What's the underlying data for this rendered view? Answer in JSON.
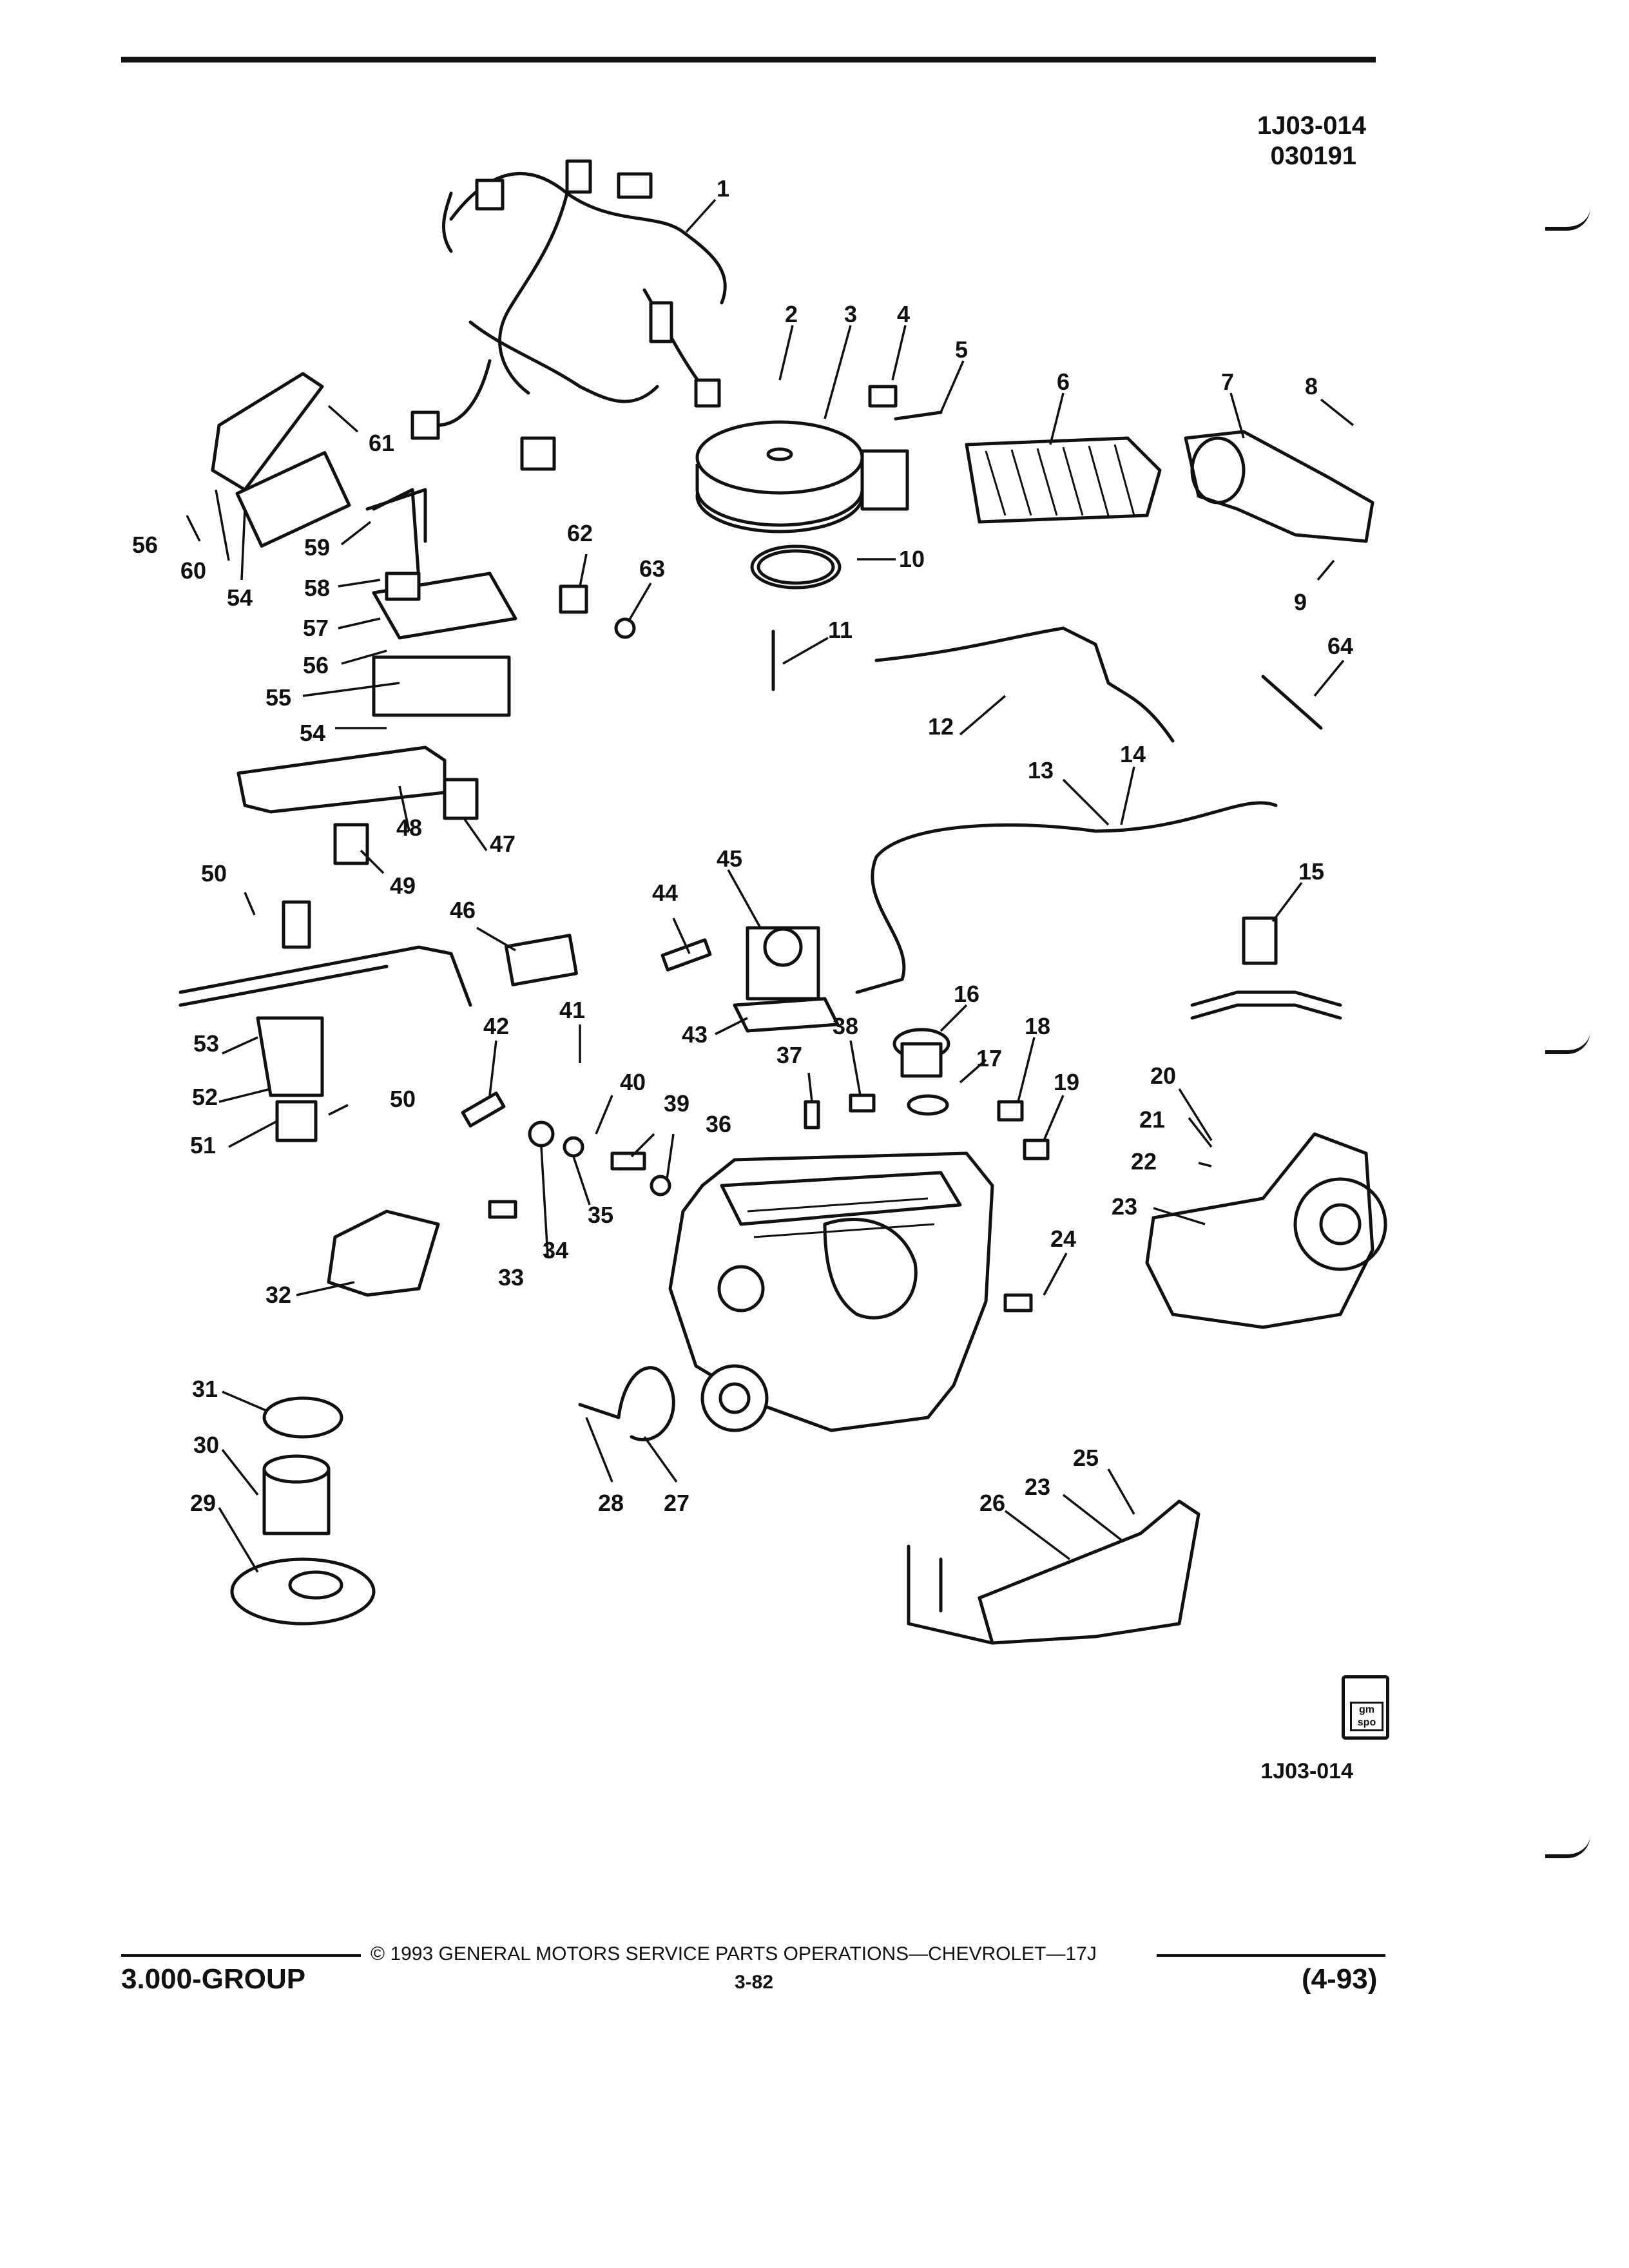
{
  "header": {
    "drawing_id": "1J03-014",
    "date_code": "030191"
  },
  "figure": {
    "id_bottom": "1J03-014"
  },
  "callouts": {
    "c1": "1",
    "c2": "2",
    "c3": "3",
    "c4": "4",
    "c5": "5",
    "c6": "6",
    "c7": "7",
    "c8": "8",
    "c9": "9",
    "c10": "10",
    "c11": "11",
    "c12": "12",
    "c13": "13",
    "c14": "14",
    "c15": "15",
    "c16": "16",
    "c17": "17",
    "c18": "18",
    "c19": "19",
    "c20": "20",
    "c21": "21",
    "c22": "22",
    "c23": "23",
    "c24": "24",
    "c25": "25",
    "c26": "26",
    "c27": "27",
    "c28": "28",
    "c29": "29",
    "c30": "30",
    "c31": "31",
    "c32": "32",
    "c33": "33",
    "c34": "34",
    "c35": "35",
    "c36": "36",
    "c37": "37",
    "c38": "38",
    "c39": "39",
    "c40": "40",
    "c41": "41",
    "c42": "42",
    "c43": "43",
    "c44": "44",
    "c45": "45",
    "c46": "46",
    "c47": "47",
    "c48": "48",
    "c49": "49",
    "c50": "50",
    "c51": "51",
    "c52": "52",
    "c53": "53",
    "c54": "54",
    "c55": "55",
    "c56": "56",
    "c57": "57",
    "c58": "58",
    "c59": "59",
    "c60": "60",
    "c61": "61",
    "c62": "62",
    "c63": "63",
    "c64": "64"
  },
  "logo": {
    "text_top": "gm",
    "text_bottom": "spo"
  },
  "footer": {
    "copyright": "© 1993 GENERAL MOTORS SERVICE PARTS OPERATIONS—CHEVROLET—17J",
    "group": "3.000-GROUP",
    "page": "3-82",
    "revision": "(4-93)"
  }
}
